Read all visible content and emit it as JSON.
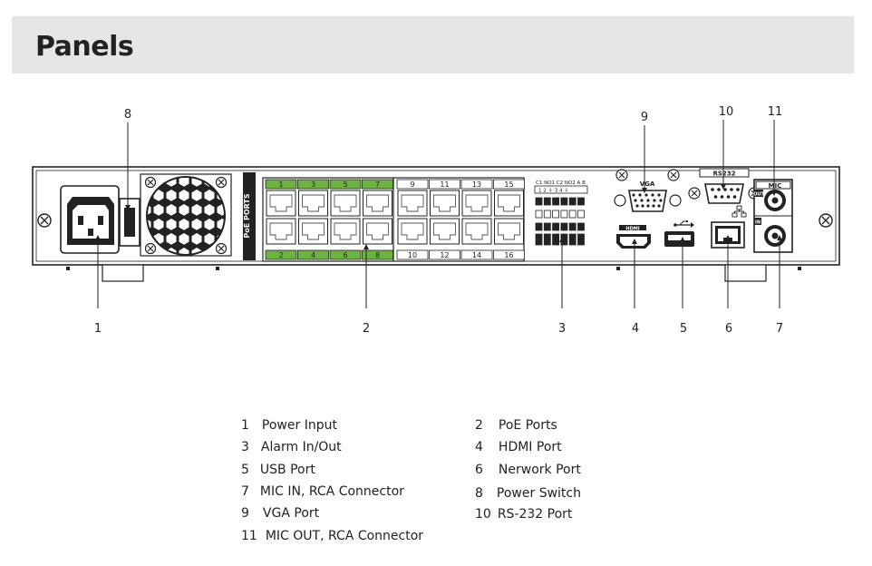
{
  "title": "Panels",
  "callouts": {
    "c1": "1",
    "c2": "2",
    "c3": "3",
    "c4": "4",
    "c5": "5",
    "c6": "6",
    "c7": "7",
    "c8": "8",
    "c9": "9",
    "c10": "10",
    "c11": "11"
  },
  "device_labels": {
    "poe_ports": "PoE PORTS",
    "vga": "VGA",
    "rs232": "RS232",
    "mic": "MIC",
    "out": "OUT",
    "in": "IN",
    "hdmi": "HDMI",
    "alarm_header": "C1 NO1 C2 NO2  A   B",
    "alarm_pins": "1  2  ⏚  3  4  ⏚"
  },
  "poe_top_numbers": [
    "1",
    "3",
    "5",
    "7",
    "9",
    "11",
    "13",
    "15"
  ],
  "poe_bottom_numbers": [
    "2",
    "4",
    "6",
    "8",
    "10",
    "12",
    "14",
    "16"
  ],
  "colors": {
    "poe_green": "#6db33f",
    "header_bg": "#e6e6e6"
  },
  "legend": [
    {
      "num": "1",
      "label": "Power Input"
    },
    {
      "num": "2",
      "label": "PoE Ports"
    },
    {
      "num": "3",
      "label": "Alarm In/Out"
    },
    {
      "num": "4",
      "label": "HDMI Port"
    },
    {
      "num": "5",
      "label": "USB Port"
    },
    {
      "num": "6",
      "label": "Nerwork Port"
    },
    {
      "num": "7",
      "label": "MIC IN, RCA Connector"
    },
    {
      "num": "8",
      "label": "Power Switch"
    },
    {
      "num": "9",
      "label": "VGA Port"
    },
    {
      "num": "10",
      "label": "RS-232 Port"
    },
    {
      "num": "11",
      "label": "MIC OUT, RCA Connector"
    }
  ]
}
